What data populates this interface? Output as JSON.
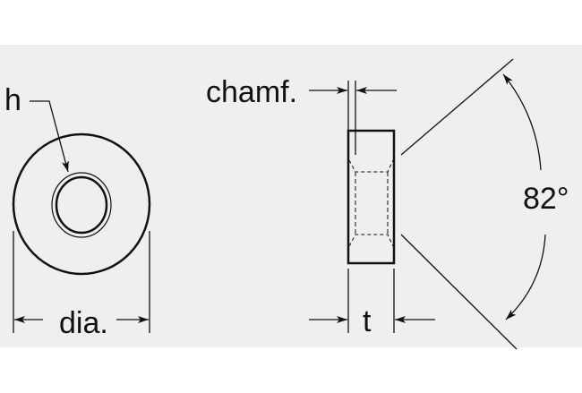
{
  "labels": {
    "hole": "h",
    "diameter": "dia.",
    "chamfer": "chamf.",
    "thickness": "t",
    "angle": "82°"
  },
  "colors": {
    "band": "#efefef",
    "ink": "#111111"
  }
}
